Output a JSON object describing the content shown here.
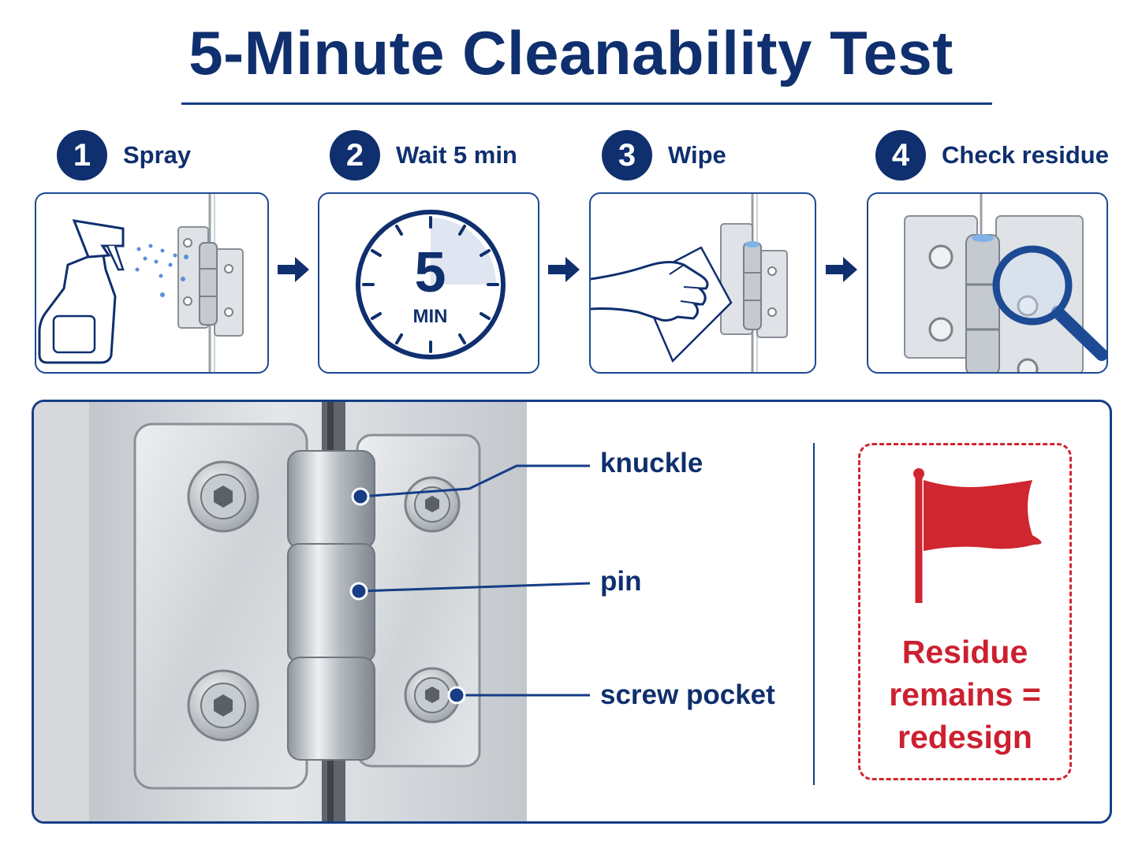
{
  "title": "5-Minute Cleanability Test",
  "steps": [
    {
      "number": "1",
      "label": "Spray",
      "icon": "spray-bottle-icon"
    },
    {
      "number": "2",
      "label": "Wait 5 min",
      "icon": "timer-icon"
    },
    {
      "number": "3",
      "label": "Wipe",
      "icon": "wipe-hand-icon"
    },
    {
      "number": "4",
      "label": "Check residue",
      "icon": "magnifier-icon"
    }
  ],
  "timer": {
    "value": "5",
    "unit": "MIN"
  },
  "callouts": {
    "knuckle": "knuckle",
    "pin": "pin",
    "screw_pocket": "screw pocket"
  },
  "warning": {
    "line1": "Residue",
    "line2": "remains =",
    "line3": "redesign",
    "icon": "red-flag-icon"
  },
  "colors": {
    "navy": "#0f2f6e",
    "accent_blue": "#1d4a94",
    "warning_red": "#d0262f",
    "steel": "#c9cdd2"
  }
}
